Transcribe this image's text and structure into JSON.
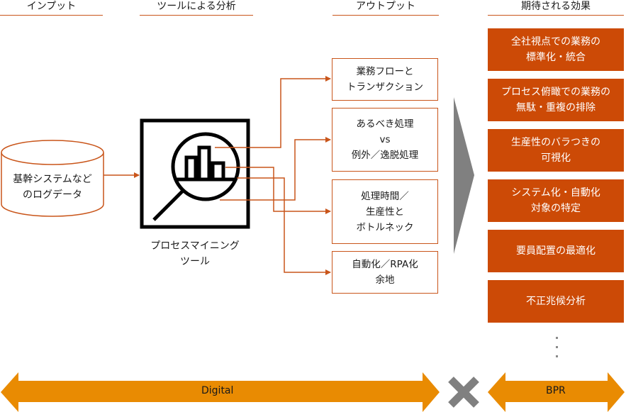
{
  "columns": {
    "input": "インプット",
    "analysis": "ツールによる分析",
    "output": "アウトプット",
    "effects": "期待される効果"
  },
  "input_node": {
    "label": "基幹システムなど\nのログデータ",
    "icon": "database-cylinder-icon"
  },
  "tool_node": {
    "label": "プロセスマイニング\nツール",
    "icon": "magnifier-bar-chart-icon"
  },
  "outputs": [
    {
      "label": "業務フローと\nトランザクション"
    },
    {
      "label": "あるべき処理\nvs\n例外／逸脱処理"
    },
    {
      "label": "処理時間／\n生産性と\nボトルネック"
    },
    {
      "label": "自動化／RPA化\n余地"
    }
  ],
  "effects": [
    {
      "label": "全社視点での業務の\n標準化・統合"
    },
    {
      "label": "プロセス俯瞰での業務の\n無駄・重複の排除"
    },
    {
      "label": "生産性のバラつきの\n可視化"
    },
    {
      "label": "システム化・自動化\n対象の特定"
    },
    {
      "label": "要員配置の最適化"
    },
    {
      "label": "不正兆候分析"
    }
  ],
  "more_indicator": "⋮",
  "bottom_band": {
    "left_label": "Digital",
    "right_label": "BPR",
    "combine_icon": "multiply-cross-icon"
  },
  "colors": {
    "accent_line": "#c9551a",
    "effect_fill": "#cc4a06",
    "band_fill": "#e98b02",
    "gray": "#808080"
  }
}
